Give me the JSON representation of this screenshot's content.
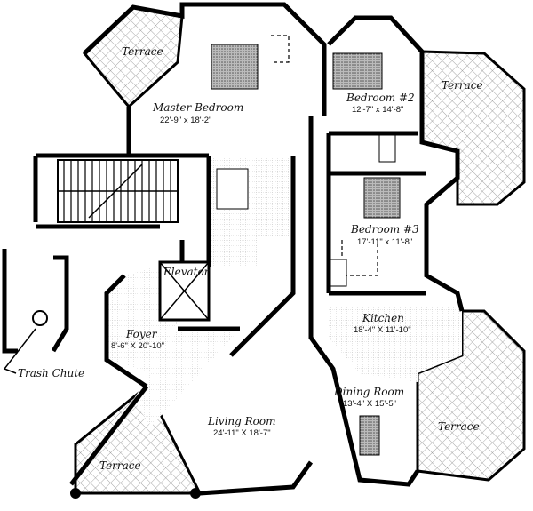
{
  "plan": {
    "rooms": {
      "master_bedroom": {
        "name": "Master Bedroom",
        "size": "22'-9\" x 18'-2\""
      },
      "bedroom2": {
        "name": "Bedroom #2",
        "size": "12'-7\" x 14'-8\""
      },
      "bedroom3": {
        "name": "Bedroom #3",
        "size": "17'-11\" x 11'-8\""
      },
      "kitchen": {
        "name": "Kitchen",
        "size": "18'-4\" X 11'-10\""
      },
      "dining": {
        "name": "Dining Room",
        "size": "13'-4\" X 15'-5\""
      },
      "living": {
        "name": "Living Room",
        "size": "24'-11\" X 18'-7\""
      },
      "foyer": {
        "name": "Foyer",
        "size": "8'-6\" X 20'-10\""
      },
      "elevator": {
        "name": "Elevator"
      }
    },
    "terraces": [
      "Terrace",
      "Terrace",
      "Terrace",
      "Terrace"
    ],
    "trash_chute": "Trash Chute"
  }
}
